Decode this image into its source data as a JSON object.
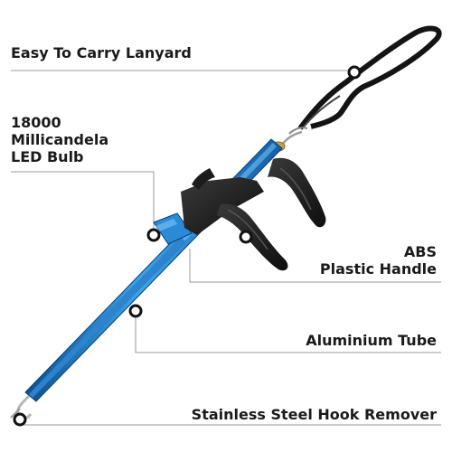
{
  "labels": {
    "lanyard": "Easy To Carry Lanyard",
    "led": [
      "18000",
      "Millicandela",
      "LED Bulb"
    ],
    "handle": [
      "ABS",
      "Plastic Handle"
    ],
    "tube": "Aluminium Tube",
    "hook": "Stainless Steel Hook Remover"
  },
  "colors": {
    "tube": "#1f7fd0",
    "handle": "#1c1c1c",
    "leader_line": "#9a9a9a",
    "text": "#1a1a1a"
  }
}
